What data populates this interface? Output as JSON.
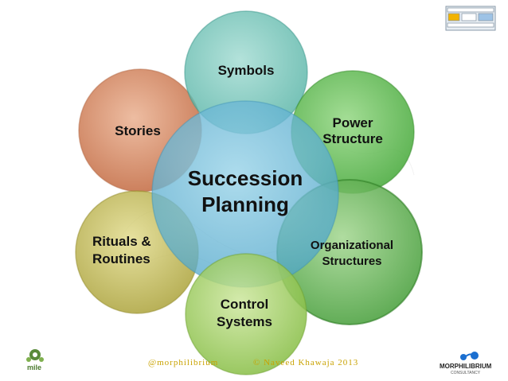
{
  "center": {
    "line1": "Succession",
    "line2": "Planning"
  },
  "nodes": {
    "symbols": {
      "line1": "Symbols"
    },
    "power": {
      "line1": "Power",
      "line2": "Structure"
    },
    "org": {
      "line1": "Organizational",
      "line2": "Structures"
    },
    "control": {
      "line1": "Control",
      "line2": "Systems"
    },
    "rituals": {
      "line1": "Rituals &",
      "line2": "Routines"
    },
    "stories": {
      "line1": "Stories"
    }
  },
  "footer": {
    "handle": "@morphilibrium",
    "copyright": "© Naveed Khawaja 2013"
  },
  "logos": {
    "left_text": "mile",
    "right_text": "MORPHILIBRIUM",
    "right_sub": "CONSULTANCY"
  },
  "colors": {
    "center": "#5ab0d0",
    "symbols": "#6fbfb4",
    "power": "#57b848",
    "org": "#5aad4a",
    "control": "#8cc24e",
    "rituals": "#b8b04a",
    "stories": "#cf7b52",
    "footer": "#c9a200",
    "morph_blue": "#1b6fd0"
  }
}
